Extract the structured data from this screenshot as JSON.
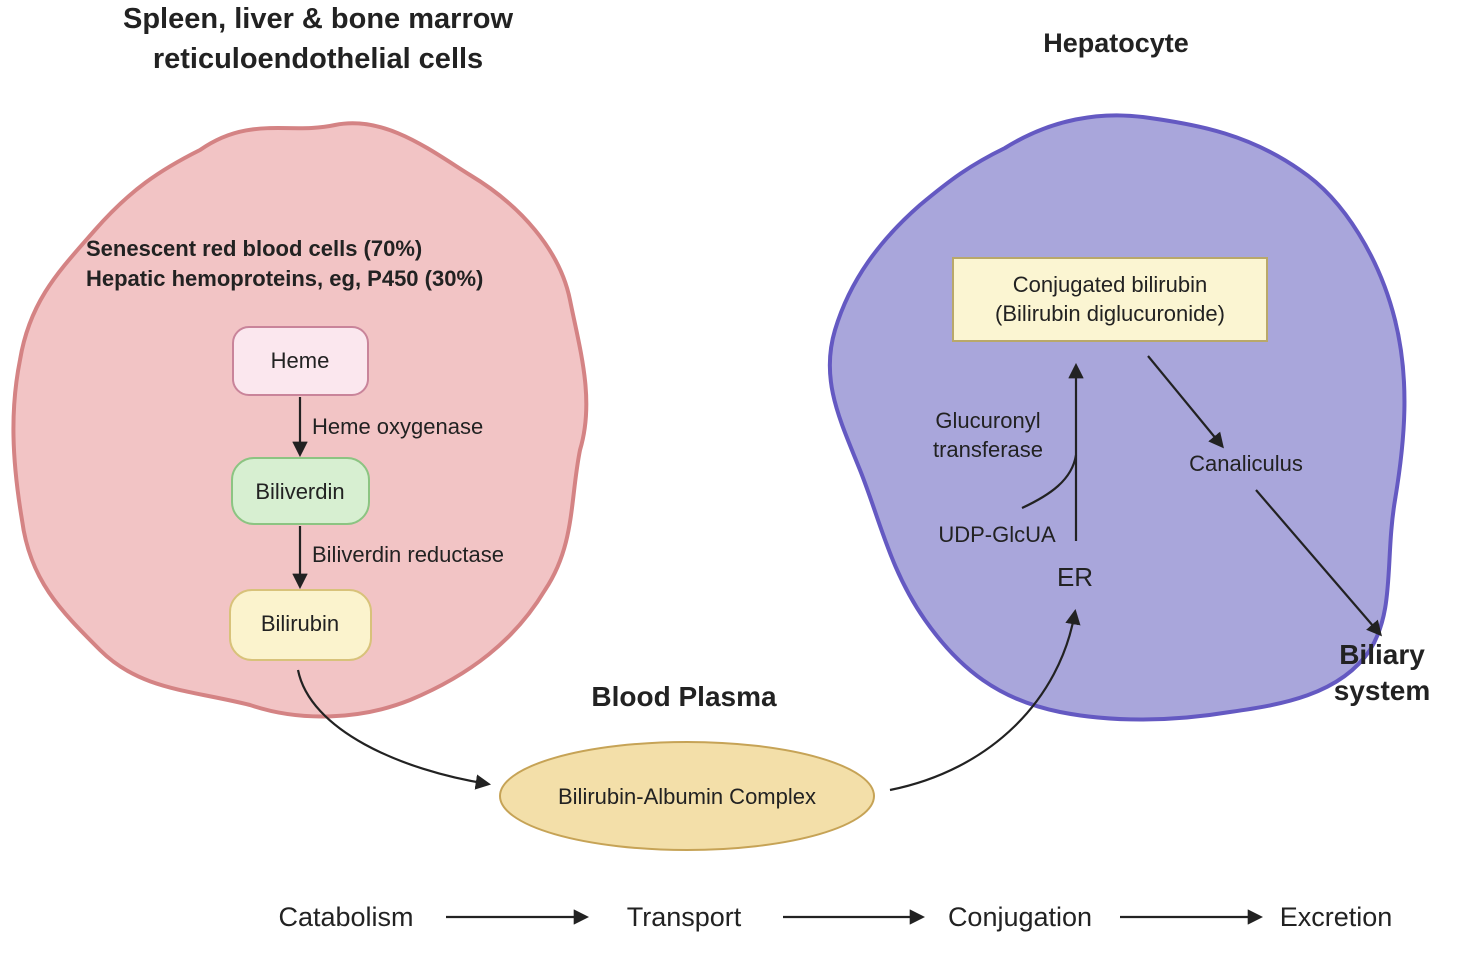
{
  "left_cell": {
    "title_line1": "Spleen, liver & bone marrow",
    "title_line2": "reticuloendothelial cells",
    "source_line1": "Senescent red blood cells (70%)",
    "source_line2": "Hepatic hemoproteins, eg, P450 (30%)",
    "heme": "Heme",
    "heme_enzyme": "Heme oxygenase",
    "biliverdin": "Biliverdin",
    "biliverdin_enzyme": "Biliverdin reductase",
    "bilirubin": "Bilirubin"
  },
  "plasma": {
    "title": "Blood Plasma",
    "complex": "Bilirubin-Albumin Complex"
  },
  "hepatocyte": {
    "title": "Hepatocyte",
    "conjugated_line1": "Conjugated bilirubin",
    "conjugated_line2": "(Bilirubin diglucuronide)",
    "enzyme_line1": "Glucuronyl",
    "enzyme_line2": "transferase",
    "cofactor": "UDP-GlcUA",
    "er": "ER",
    "canaliculus": "Canaliculus",
    "biliary_line1": "Biliary",
    "biliary_line2": "system"
  },
  "stages": [
    "Catabolism",
    "Transport",
    "Conjugation",
    "Excretion"
  ],
  "colors": {
    "left_cell_fill": "#f2c4c5",
    "left_cell_stroke": "#d48384",
    "hepatocyte_fill": "#a9a6db",
    "hepatocyte_stroke": "#6459c2",
    "heme_fill": "#fbe7ee",
    "heme_stroke": "#c9849a",
    "biliverdin_fill": "#d7efd1",
    "biliverdin_stroke": "#8cc482",
    "bilirubin_fill": "#fbf3cd",
    "bilirubin_stroke": "#d8c27a",
    "complex_fill": "#f3dfa9",
    "complex_stroke": "#c6a356",
    "conjugated_fill": "#fbf5d2",
    "conjugated_stroke": "#b9a86a",
    "arrow": "#222222"
  }
}
